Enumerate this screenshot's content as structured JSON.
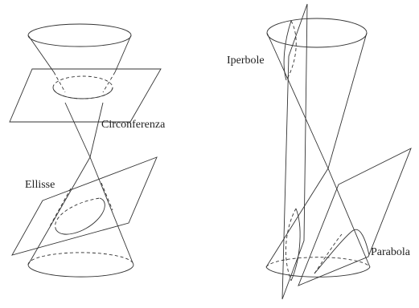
{
  "labels": {
    "circonferenza": "Circonferenza",
    "ellisse": "Ellisse",
    "iperbole": "Iperbole",
    "parabola": "Parabola"
  },
  "colors": {
    "stroke": "#333333",
    "text": "#222222",
    "background": "#ffffff"
  }
}
